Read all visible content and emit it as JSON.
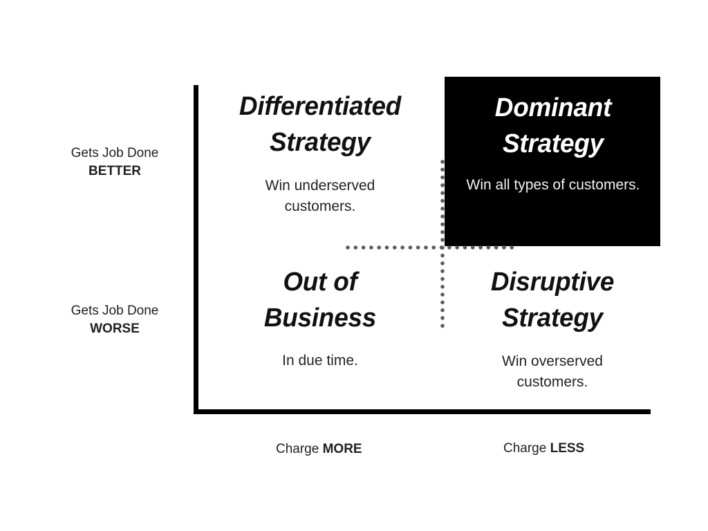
{
  "diagram": {
    "type": "2x2-strategy-matrix",
    "title": "",
    "colors": {
      "background": "#ffffff",
      "axis": "#000000",
      "highlight_panel": "#000000",
      "highlight_text": "#ffffff",
      "divider_dots": "#595959",
      "text": "#1a1a1a"
    },
    "axes": {
      "y": {
        "high": {
          "prefix": "Gets Job Done",
          "emphasis": "BETTER"
        },
        "low": {
          "prefix": "Gets Job Done",
          "emphasis": "WORSE"
        }
      },
      "x": {
        "left": {
          "prefix": "Charge ",
          "emphasis": "MORE"
        },
        "right": {
          "prefix": "Charge ",
          "emphasis": "LESS"
        }
      }
    },
    "quadrants": [
      {
        "id": "differentiated",
        "position": "top-left",
        "title": "Differentiated\nStrategy",
        "description": "Win underserved\ncustomers.",
        "highlighted": false
      },
      {
        "id": "dominant",
        "position": "top-right",
        "title": "Dominant\nStrategy",
        "description": "Win all types of customers.",
        "highlighted": true
      },
      {
        "id": "out-of-business",
        "position": "bottom-left",
        "title": "Out of\nBusiness",
        "description": "In due time.",
        "highlighted": false
      },
      {
        "id": "disruptive",
        "position": "bottom-right",
        "title": "Disruptive\nStrategy",
        "description": "Win overserved\ncustomers.",
        "highlighted": false
      }
    ]
  }
}
